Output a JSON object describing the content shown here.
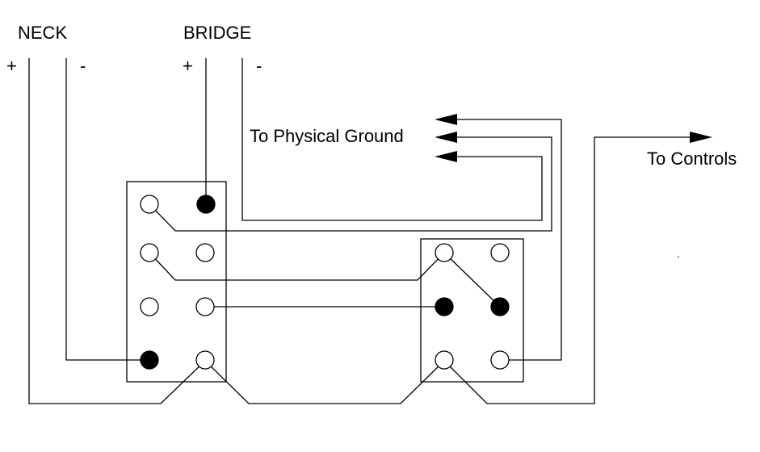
{
  "labels": {
    "neck": "NECK",
    "bridge": "BRIDGE",
    "neck_plus": "+",
    "neck_minus": "-",
    "bridge_plus": "+",
    "bridge_minus": "-",
    "ground": "To Physical Ground",
    "controls": "To Controls"
  },
  "switch_left": {
    "rows": 4,
    "cols": 2,
    "terminals": [
      [
        "open",
        "filled"
      ],
      [
        "open",
        "open"
      ],
      [
        "open",
        "open"
      ],
      [
        "filled",
        "open"
      ]
    ]
  },
  "switch_right": {
    "rows": 3,
    "cols": 2,
    "terminals": [
      [
        "open",
        "open"
      ],
      [
        "filled",
        "filled"
      ],
      [
        "open",
        "open"
      ]
    ]
  },
  "colors": {
    "line": "#000000",
    "background": "#ffffff"
  }
}
